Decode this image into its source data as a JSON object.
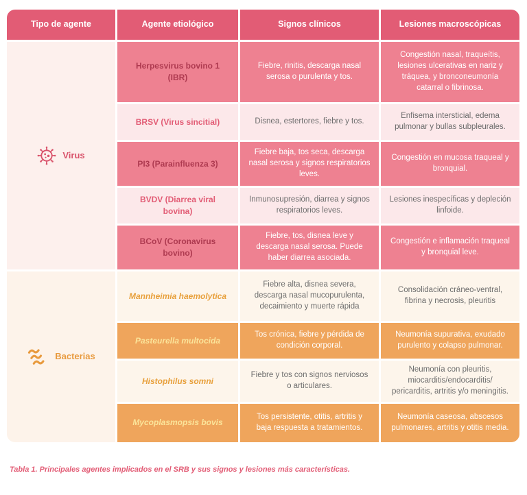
{
  "header": {
    "agent_type": "Tipo de agente",
    "etiologic_agent": "Agente etiológico",
    "clinical_signs": "Signos clínicos",
    "macroscopic_lesions": "Lesiones macroscópicas"
  },
  "groups": [
    {
      "label": "Virus",
      "icon": "virus-icon",
      "rows": [
        {
          "agent": "Herpesvirus bovino 1 (IBR)",
          "signs": "Fiebre, rinitis, descarga nasal serosa o purulenta y tos.",
          "lesions": "Congestión nasal, traqueítis, lesiones ulcerativas en nariz y tráquea, y bronconeumonía catarral o fibrinosa."
        },
        {
          "agent": "BRSV (Virus sincitial)",
          "signs": "Disnea, estertores, fiebre y tos.",
          "lesions": "Enfisema intersticial, edema pulmonar y bullas subpleurales."
        },
        {
          "agent": "PI3 (Parainfluenza 3)",
          "signs": "Fiebre baja, tos seca, descarga nasal serosa y signos respiratorios leves.",
          "lesions": "Congestión en mucosa traqueal y bronquial."
        },
        {
          "agent": "BVDV (Diarrea viral bovina)",
          "signs": "Inmunosupresión, diarrea y signos respiratorios leves.",
          "lesions": "Lesiones inespecíficas y depleción linfoide."
        },
        {
          "agent": "BCoV (Coronavirus bovino)",
          "signs": "Fiebre, tos, disnea leve y descarga nasal serosa. Puede haber diarrea asociada.",
          "lesions": "Congestión e inflamación traqueal y bronquial leve."
        }
      ]
    },
    {
      "label": "Bacterias",
      "icon": "bacteria-icon",
      "rows": [
        {
          "agent": "Mannheimia haemolytica",
          "signs": "Fiebre alta, disnea severa, descarga nasal mucopurulenta, decaimiento y muerte rápida",
          "lesions": "Consolidación cráneo-ventral, fibrina y necrosis, pleuritis"
        },
        {
          "agent": "Pasteurella multocida",
          "signs": "Tos crónica, fiebre y pérdida de condición corporal.",
          "lesions": "Neumonía supurativa, exudado purulento y colapso pulmonar."
        },
        {
          "agent": "Histophilus somni",
          "signs": "Fiebre y tos con signos nerviosos o articulares.",
          "lesions": "Neumonía con pleuritis, miocarditis/endocarditis/ pericarditis, artritis y/o meningitis."
        },
        {
          "agent": "Mycoplasmopsis bovis",
          "signs": "Tos persistente, otitis, artritis y baja respuesta a tratamientos.",
          "lesions": "Neumonía caseosa, abscesos pulmonares, artritis y otitis media."
        }
      ]
    }
  ],
  "caption": "Tabla 1. Principales agentes implicados en el SRB y sus signos y lesiones más características.",
  "colors": {
    "header_bg": "#e25c75",
    "virus_row_dark": "#ee8191",
    "virus_row_light": "#fce8ea",
    "virus_accent": "#d9536b",
    "virus_agent_on_dark": "#ae3a50",
    "bacteria_row_dark": "#efa55c",
    "bacteria_row_light": "#fdf5eb",
    "bacteria_accent": "#e89a3e",
    "bacteria_agent_on_dark": "#fbe49a",
    "body_text": "#6d6d6d"
  }
}
